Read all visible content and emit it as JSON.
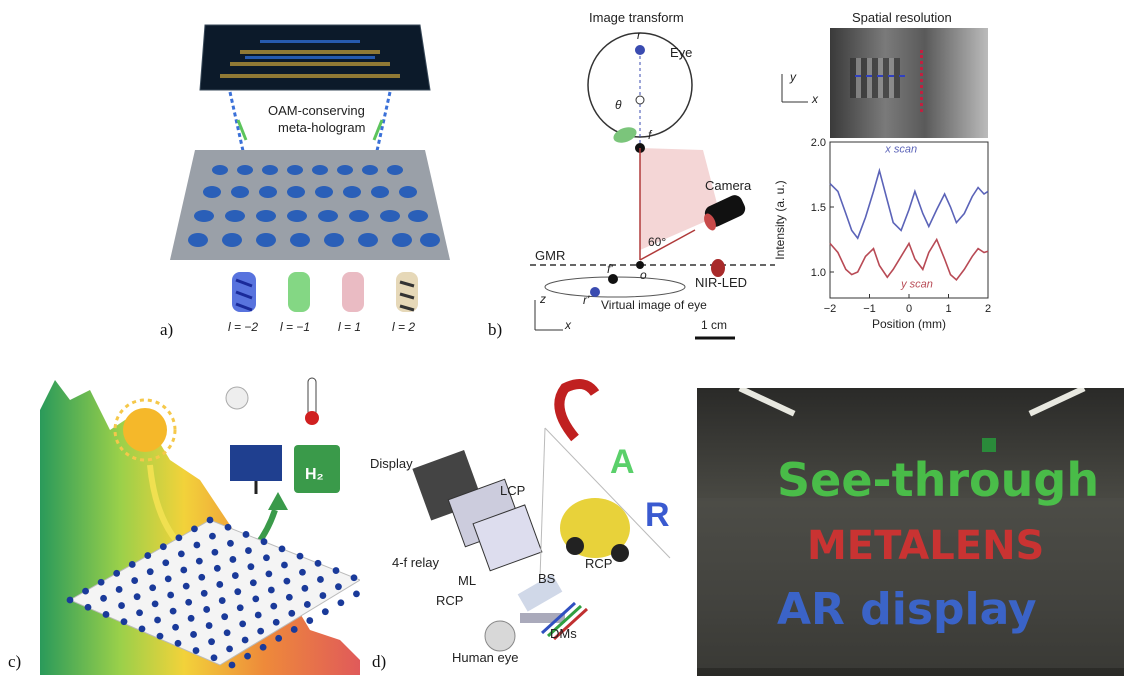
{
  "panel_a": {
    "label": "a)",
    "caption_line1": "OAM-conserving",
    "caption_line2": "meta-hologram",
    "orders": [
      "l = −2",
      "l = −1",
      "l = 1",
      "l = 2"
    ]
  },
  "panel_b": {
    "label": "b)",
    "title_left": "Image transform",
    "eye": "Eye",
    "r": "r",
    "f": "f",
    "theta": "θ",
    "camera": "Camera",
    "angle": "60°",
    "gmr": "GMR",
    "o": "o",
    "f_prime": "f'",
    "r_prime": "r'",
    "nir_led": "NIR-LED",
    "virtual_image": "Virtual image of eye",
    "axis_z": "z",
    "axis_x": "x",
    "scale": "1 cm",
    "title_right": "Spatial resolution",
    "inset_axis_y": "y",
    "inset_axis_x": "x"
  },
  "chart_data": {
    "type": "line",
    "xlabel": "Position (mm)",
    "ylabel": "Intensity (a. u.)",
    "xlim": [
      -2,
      2
    ],
    "ylim": [
      0.8,
      2.0
    ],
    "xticks": [
      "−2",
      "−1",
      "0",
      "1",
      "2"
    ],
    "yticks": [
      "1.0",
      "1.5",
      "2.0"
    ],
    "series": [
      {
        "name": "x scan",
        "color": "#5b63b8",
        "x": [
          -2.0,
          -1.8,
          -1.6,
          -1.45,
          -1.3,
          -1.1,
          -0.9,
          -0.75,
          -0.55,
          -0.4,
          -0.2,
          0.0,
          0.15,
          0.35,
          0.5,
          0.7,
          0.9,
          1.05,
          1.2,
          1.4,
          1.6,
          1.75,
          1.9,
          2.0
        ],
        "y": [
          1.68,
          1.62,
          1.45,
          1.32,
          1.26,
          1.42,
          1.62,
          1.78,
          1.55,
          1.38,
          1.32,
          1.48,
          1.62,
          1.45,
          1.35,
          1.48,
          1.6,
          1.5,
          1.38,
          1.45,
          1.58,
          1.65,
          1.6,
          1.62
        ]
      },
      {
        "name": "y scan",
        "color": "#b84a55",
        "x": [
          -2.0,
          -1.8,
          -1.6,
          -1.45,
          -1.3,
          -1.1,
          -0.9,
          -0.75,
          -0.55,
          -0.4,
          -0.2,
          0.0,
          0.15,
          0.35,
          0.5,
          0.7,
          0.9,
          1.05,
          1.2,
          1.4,
          1.6,
          1.75,
          1.9,
          2.0
        ],
        "y": [
          1.22,
          1.15,
          1.02,
          0.98,
          1.0,
          1.12,
          1.18,
          1.05,
          0.96,
          1.02,
          1.12,
          1.22,
          1.1,
          1.02,
          1.15,
          1.25,
          1.1,
          0.98,
          0.94,
          1.02,
          1.12,
          1.18,
          1.15,
          1.16
        ]
      }
    ],
    "legend": "inline"
  },
  "panel_c": {
    "label": "c)",
    "h2": "H₂"
  },
  "panel_d": {
    "label": "d)",
    "display": "Display",
    "lcp": "LCP",
    "relay": "4-f relay",
    "ml": "ML",
    "bs": "BS",
    "rcp1": "RCP",
    "rcp2": "RCP",
    "dms": "DMs",
    "human_eye": "Human eye",
    "car_c": "C",
    "car_a": "A",
    "car_r": "R"
  },
  "panel_photo": {
    "line1": "See-through",
    "line2": "METALENS",
    "line3": "AR display"
  }
}
